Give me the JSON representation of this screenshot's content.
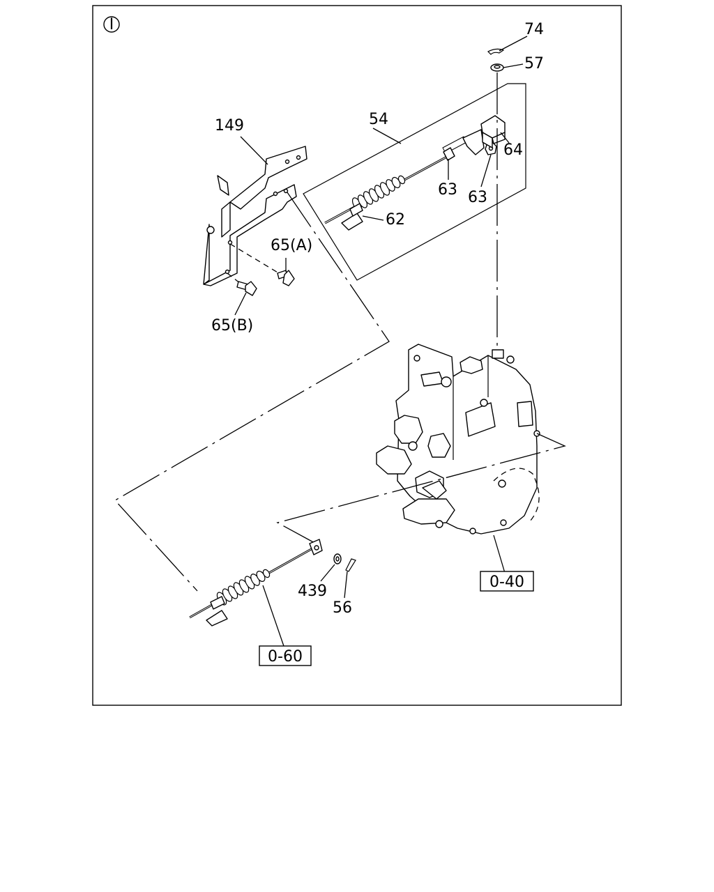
{
  "diagram": {
    "section_symbol": "I",
    "labels": {
      "p74": "74",
      "p57": "57",
      "p54": "54",
      "p64": "64",
      "p149": "149",
      "p63a": "63",
      "p63b": "63",
      "p62": "62",
      "p65a": "65(A)",
      "p65b": "65(B)",
      "p439": "439",
      "p56": "56"
    },
    "refs": {
      "r040": "0-40",
      "r060": "0-60"
    }
  }
}
